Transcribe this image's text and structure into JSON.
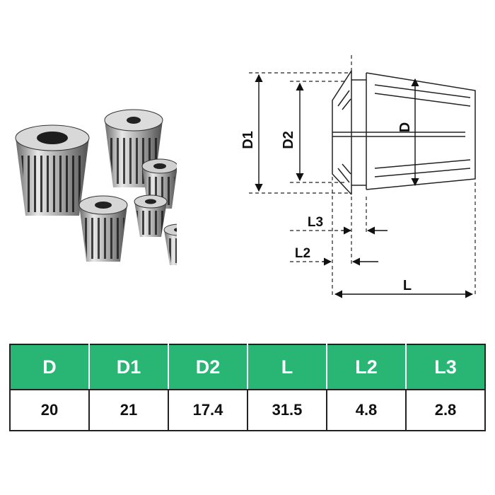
{
  "drawing": {
    "labels": {
      "d": "D",
      "d1": "D1",
      "d2": "D2",
      "l": "L",
      "l2": "L2",
      "l3": "L3"
    }
  },
  "spec_table": {
    "headers": [
      "D",
      "D1",
      "D2",
      "L",
      "L2",
      "L3"
    ],
    "values": [
      "20",
      "21",
      "17.4",
      "31.5",
      "4.8",
      "2.8"
    ]
  },
  "colors": {
    "header_bg": "#29b574",
    "header_text": "#ffffff",
    "line": "#222222"
  }
}
